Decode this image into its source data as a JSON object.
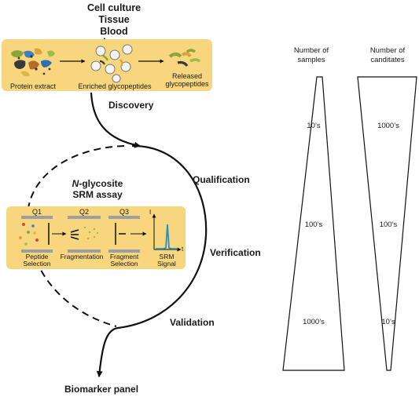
{
  "sources": [
    "Cell culture",
    "Tissue",
    "Blood plasma"
  ],
  "workflow": {
    "protein_extract": "Protein extract",
    "enriched": "Enriched glycopeptides",
    "released_line1": "Released",
    "released_line2": "glycopeptides"
  },
  "stages": {
    "discovery": "Discovery",
    "qualification": "Qualification",
    "verification": "Verification",
    "validation": "Validation",
    "result": "Biomarker panel"
  },
  "srm": {
    "title_italic": "N",
    "title_rest": "-glycosite",
    "subtitle": "SRM assay",
    "q1": "Q1",
    "q2": "Q2",
    "q3": "Q3",
    "peptide_selection_1": "Peptide",
    "peptide_selection_2": "Selection",
    "fragmentation": "Fragmentation",
    "fragment_selection_1": "Fragment",
    "fragment_selection_2": "Selection",
    "srm_signal_1": "SRM",
    "srm_signal_2": "Signal",
    "axis_i": "I",
    "axis_t": "t"
  },
  "funnels": {
    "samples_head_1": "Number of",
    "samples_head_2": "samples",
    "candidates_head_1": "Number of",
    "candidates_head_2": "canditates",
    "samples_values": [
      "10’s",
      "100’s",
      "1000’s"
    ],
    "candidates_values": [
      "1000’s",
      "100’s",
      "10’s"
    ]
  },
  "colors": {
    "box_fill": "#f7d67e",
    "line": "#111111",
    "signal_peak": "#2a8fc4"
  }
}
